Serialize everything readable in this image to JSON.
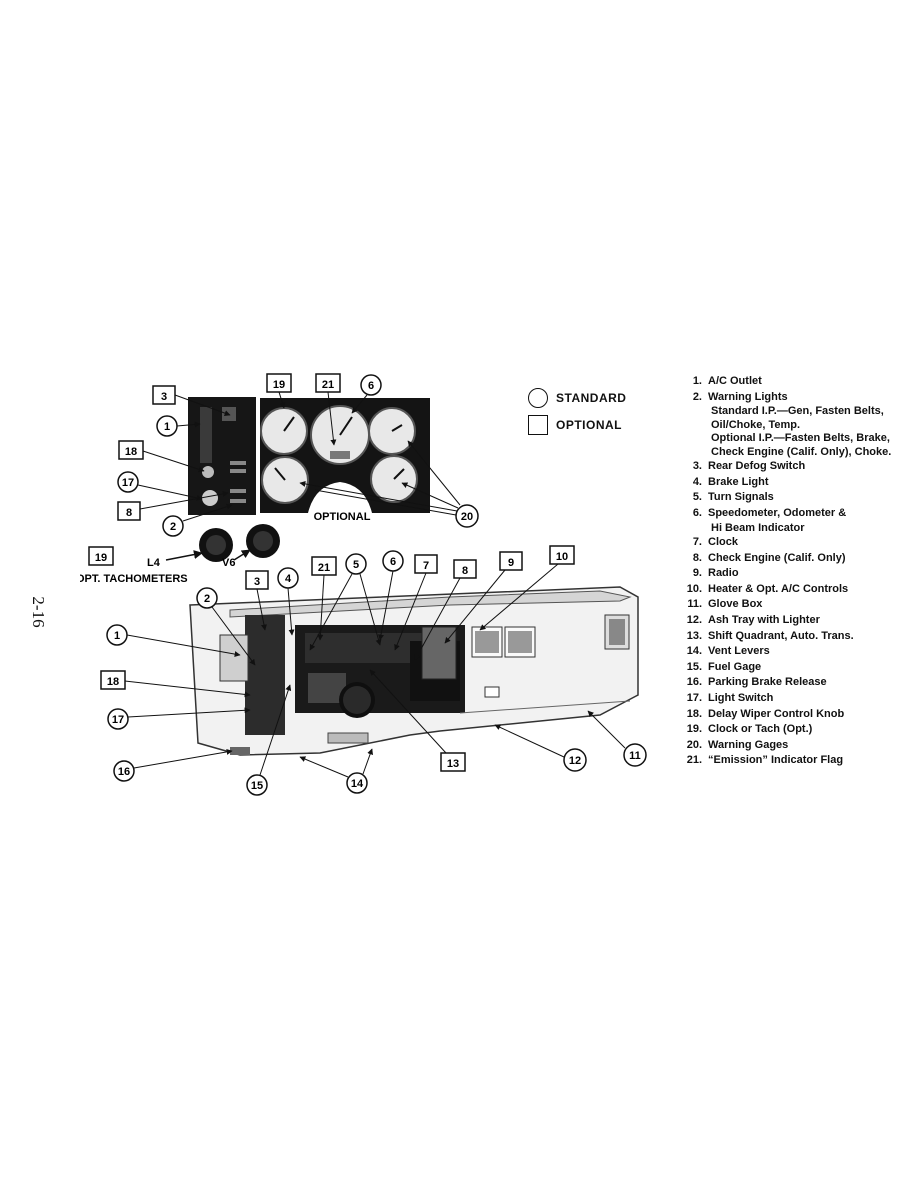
{
  "page_number": "2-16",
  "key": {
    "standard_label": "STANDARD",
    "optional_label": "OPTIONAL"
  },
  "diagram": {
    "optional_cluster_label": "OPTIONAL",
    "tach_title": "OPT. TACHOMETERS",
    "tach_l4": "L4",
    "tach_v6": "V6"
  },
  "callouts_cluster": [
    "3",
    "1",
    "18",
    "17",
    "8",
    "2",
    "19",
    "21",
    "6",
    "20"
  ],
  "callouts_dash": [
    "19",
    "3",
    "4",
    "21",
    "5",
    "6",
    "7",
    "8",
    "9",
    "10",
    "2",
    "1",
    "18",
    "17",
    "16",
    "15",
    "14",
    "13",
    "12",
    "11"
  ],
  "legend": [
    {
      "num": "1.",
      "text": "A/C Outlet"
    },
    {
      "num": "2.",
      "text": "Warning Lights",
      "sub": [
        "Standard I.P.—Gen, Fasten Belts,",
        "Oil/Choke, Temp.",
        "Optional I.P.—Fasten Belts, Brake,",
        "Check Engine (Calif. Only), Choke."
      ]
    },
    {
      "num": "3.",
      "text": "Rear Defog Switch"
    },
    {
      "num": "4.",
      "text": "Brake Light"
    },
    {
      "num": "5.",
      "text": "Turn Signals"
    },
    {
      "num": "6.",
      "text": "Speedometer, Odometer &",
      "sub": [
        "Hi Beam Indicator"
      ]
    },
    {
      "num": "7.",
      "text": "Clock"
    },
    {
      "num": "8.",
      "text": "Check Engine (Calif. Only)"
    },
    {
      "num": "9.",
      "text": "Radio"
    },
    {
      "num": "10.",
      "text": "Heater & Opt. A/C Controls"
    },
    {
      "num": "11.",
      "text": "Glove Box"
    },
    {
      "num": "12.",
      "text": "Ash Tray with Lighter"
    },
    {
      "num": "13.",
      "text": "Shift Quadrant, Auto. Trans."
    },
    {
      "num": "14.",
      "text": "Vent Levers"
    },
    {
      "num": "15.",
      "text": "Fuel Gage"
    },
    {
      "num": "16.",
      "text": "Parking Brake Release"
    },
    {
      "num": "17.",
      "text": "Light Switch"
    },
    {
      "num": "18.",
      "text": "Delay Wiper Control Knob"
    },
    {
      "num": "19.",
      "text": "Clock or Tach (Opt.)"
    },
    {
      "num": "20.",
      "text": "Warning Gages"
    },
    {
      "num": "21.",
      "text": "“Emission” Indicator Flag"
    }
  ]
}
